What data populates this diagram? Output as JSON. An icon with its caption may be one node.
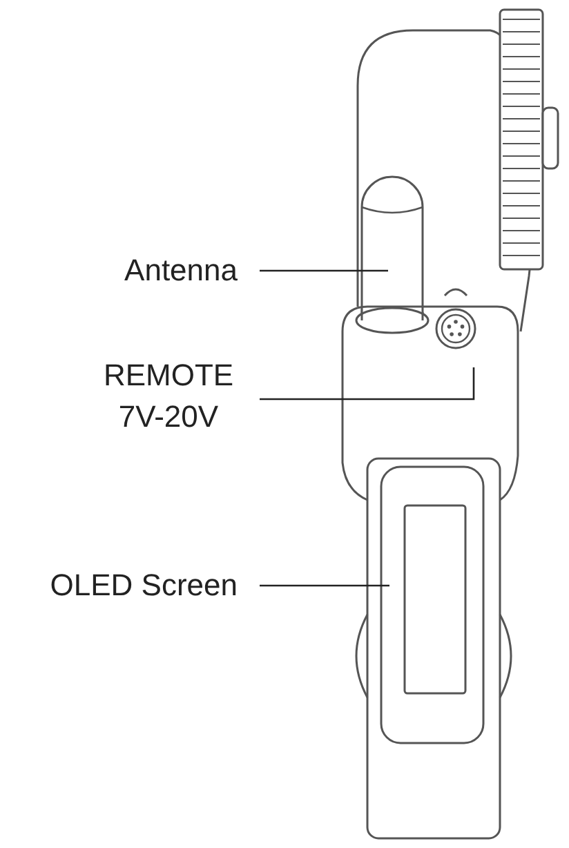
{
  "diagram": {
    "nodes": [
      {
        "text": [
          "Antenna"
        ]
      },
      {
        "text": [],
        "shape": "picture"
      },
      {
        "text": [
          "REMOTE 7V-20V"
        ]
      },
      {
        "text": [],
        "shape": "picture"
      },
      {
        "text": [
          "OLED Screen"
        ]
      },
      {
        "text": [],
        "shape": "picture"
      }
    ],
    "edges": [
      {
        "from": 0,
        "to": 1,
        "arrow": "none"
      },
      {
        "from": 2,
        "to": 3,
        "arrow": "none"
      },
      {
        "from": 4,
        "to": 5,
        "arrow": "none"
      }
    ]
  }
}
